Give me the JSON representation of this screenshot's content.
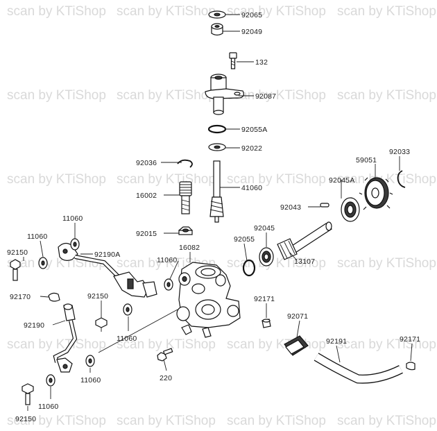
{
  "watermark": "scan by KTiShop",
  "colors": {
    "ink": "#1a1a1a",
    "watermark": "#d9d9d9",
    "paper": "#ffffff"
  },
  "labels": {
    "l92065": "92065",
    "l92049": "92049",
    "l132": "132",
    "l92087": "92087",
    "l92055A": "92055A",
    "l92022": "92022",
    "l92036": "92036",
    "l41060": "41060",
    "l16002": "16002",
    "l59051": "59051",
    "l92033": "92033",
    "l92045A": "92045A",
    "l92043": "92043",
    "l92015": "92015",
    "l16082": "16082",
    "l92045": "92045",
    "l92055": "92055",
    "l13107": "13107",
    "l11060_a": "11060",
    "l11060_b": "11060",
    "l11060_c": "11060",
    "l11060_d": "11060",
    "l11060_e": "11060",
    "l11060_f": "11060",
    "l92150_a": "92150",
    "l92150_b": "92150",
    "l92150_c": "92150",
    "l92190A": "92190A",
    "l92170": "92170",
    "l92190": "92190",
    "l220": "220",
    "l92171_a": "92171",
    "l92171_b": "92171",
    "l92071": "92071",
    "l92191": "92191"
  }
}
